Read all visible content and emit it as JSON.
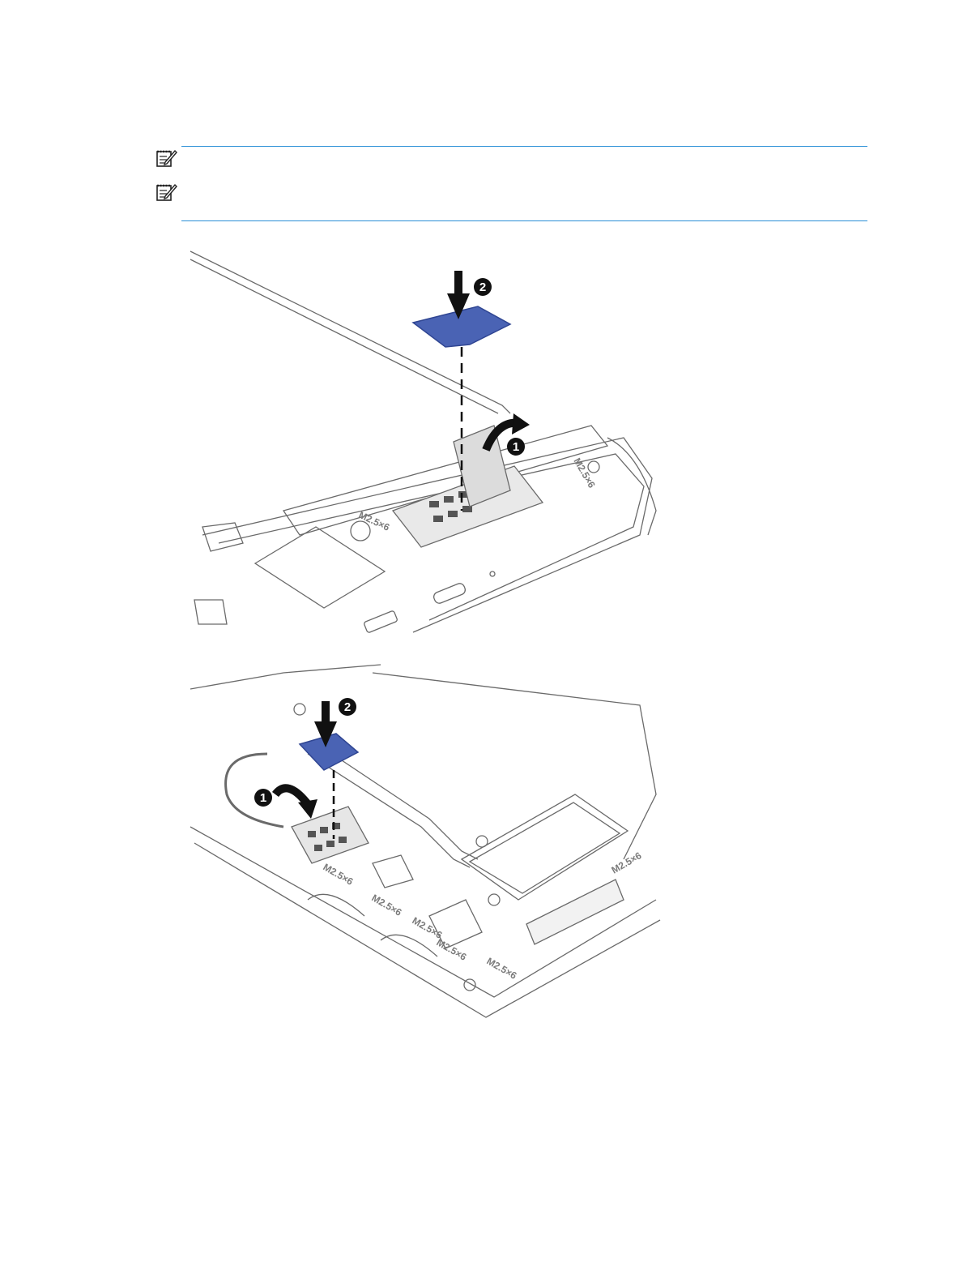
{
  "note_icons": [
    "note-icon",
    "note-icon"
  ],
  "colors": {
    "rule": "#2a8fd6",
    "sim_card": "#4a63b4",
    "outline": "#6a6a6a"
  },
  "figure_top": {
    "callouts": [
      "1",
      "2"
    ],
    "screw_labels": [
      "M2.5×6",
      "M2.5×6"
    ]
  },
  "figure_bottom": {
    "callouts": [
      "1",
      "2"
    ],
    "screw_labels": [
      "M2.5×6",
      "M2.5×6",
      "M2.5×6",
      "M2.5×6",
      "M2.5×6",
      "M2.5×6"
    ]
  }
}
